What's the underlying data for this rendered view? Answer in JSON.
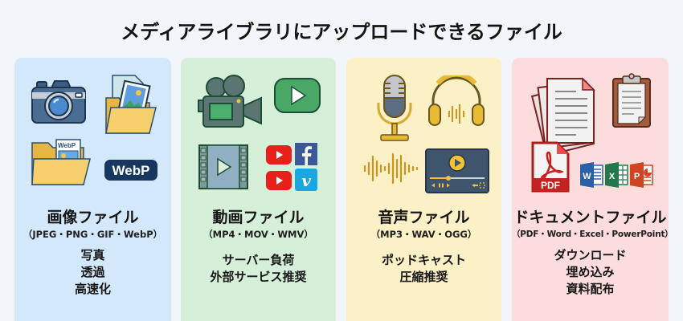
{
  "title": "メディアライブラリにアップロードできるファイル",
  "colors": {
    "background": "#f2f5fa",
    "image_card": "#d3e8fb",
    "video_card": "#d5efd9",
    "audio_card": "#fcf0c6",
    "document_card": "#fcdcdc"
  },
  "categories": [
    {
      "title": "画像ファイル",
      "formats": "（JPEG・PNG・GIF・WebP）",
      "features": [
        "写真",
        "透過",
        "高速化"
      ],
      "icons": [
        "camera-icon",
        "image-folder-icon",
        "webp-folder-icon",
        "webp-badge-icon"
      ],
      "badge_label": "WebP",
      "file_label": "WebP"
    },
    {
      "title": "動画ファイル",
      "formats": "（MP4・MOV・WMV）",
      "features": [
        "サーバー負荷",
        "外部サービス推奨"
      ],
      "icons": [
        "video-camera-icon",
        "play-button-icon",
        "film-strip-icon",
        "youtube-icon",
        "facebook-icon",
        "vimeo-icon"
      ]
    },
    {
      "title": "音声ファイル",
      "formats": "（MP3・WAV・OGG）",
      "features": [
        "ポッドキャスト",
        "圧縮推奨"
      ],
      "icons": [
        "microphone-icon",
        "headphones-icon",
        "waveform-icon",
        "media-player-icon"
      ]
    },
    {
      "title": "ドキュメントファイル",
      "formats": "（PDF・Word・Excel・PowerPoint）",
      "features": [
        "ダウンロード",
        "埋め込み",
        "資料配布"
      ],
      "icons": [
        "documents-icon",
        "clipboard-icon",
        "pdf-icon",
        "word-icon",
        "excel-icon",
        "powerpoint-icon"
      ],
      "pdf_label": "PDF",
      "word_letter": "W",
      "excel_letter": "X",
      "ppt_letter": "P"
    }
  ]
}
